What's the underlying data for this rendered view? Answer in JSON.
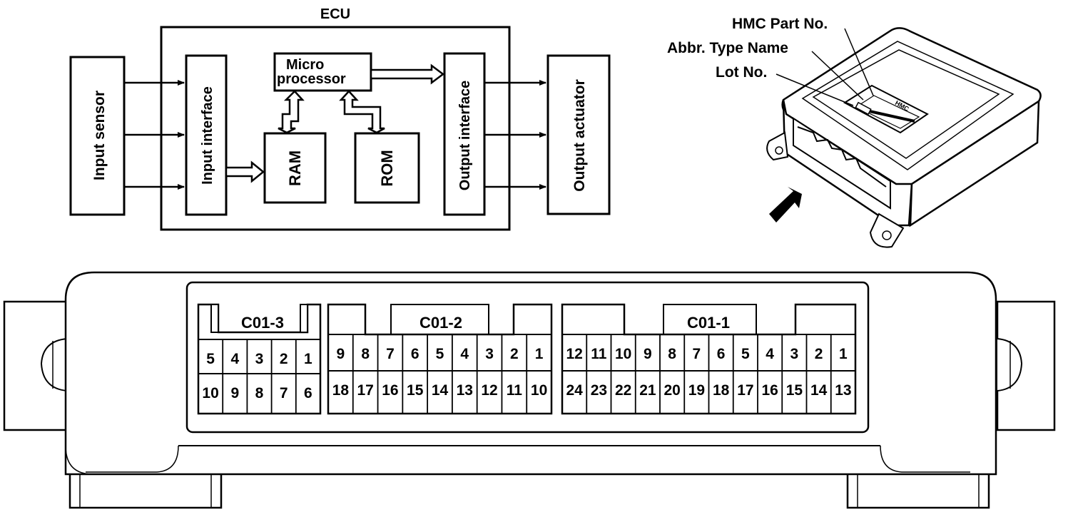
{
  "block_diagram": {
    "ecu_label": "ECU",
    "input_sensor": "Input sensor",
    "input_interface": "Input interface",
    "microprocessor_line1": "Micro",
    "microprocessor_line2": "processor",
    "ram": "RAM",
    "rom": "ROM",
    "output_interface": "Output interface",
    "output_actuator": "Output  actuator"
  },
  "ecu_unit_callouts": {
    "hmc_part_no": "HMC Part No.",
    "abbr_type_name": "Abbr. Type Name",
    "lot_no": "Lot No.",
    "case_marking": "HMC"
  },
  "connector": {
    "c01_3": {
      "label": "C01-3",
      "row1": [
        "5",
        "4",
        "3",
        "2",
        "1"
      ],
      "row2": [
        "10",
        "9",
        "8",
        "7",
        "6"
      ]
    },
    "c01_2": {
      "label": "C01-2",
      "row1": [
        "9",
        "8",
        "7",
        "6",
        "5",
        "4",
        "3",
        "2",
        "1"
      ],
      "row2": [
        "18",
        "17",
        "16",
        "15",
        "14",
        "13",
        "12",
        "11",
        "10"
      ]
    },
    "c01_1": {
      "label": "C01-1",
      "row1": [
        "12",
        "11",
        "10",
        "9",
        "8",
        "7",
        "6",
        "5",
        "4",
        "3",
        "2",
        "1"
      ],
      "row2": [
        "24",
        "23",
        "22",
        "21",
        "20",
        "19",
        "18",
        "17",
        "16",
        "15",
        "14",
        "13"
      ]
    }
  }
}
